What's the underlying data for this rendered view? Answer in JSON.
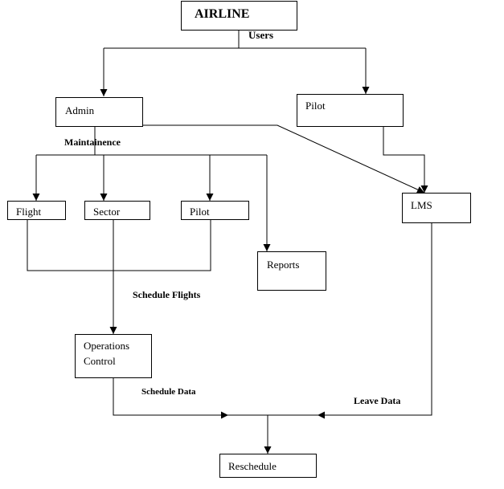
{
  "diagram": {
    "title": "AIRLINE",
    "nodes": {
      "airline": "AIRLINE",
      "admin": "Admin",
      "pilot_top": "Pilot",
      "flight": "Flight",
      "sector": "Sector",
      "pilot_mid": "Pilot",
      "reports": "Reports",
      "lms": "LMS",
      "operations_line1": "Operations",
      "operations_line2": "Control",
      "reschedule": "Reschedule"
    },
    "edge_labels": {
      "users": "Users",
      "maintainence": "Maintainence",
      "schedule_flights": "Schedule Flights",
      "schedule_data": "Schedule Data",
      "leave_data": "Leave Data"
    }
  }
}
